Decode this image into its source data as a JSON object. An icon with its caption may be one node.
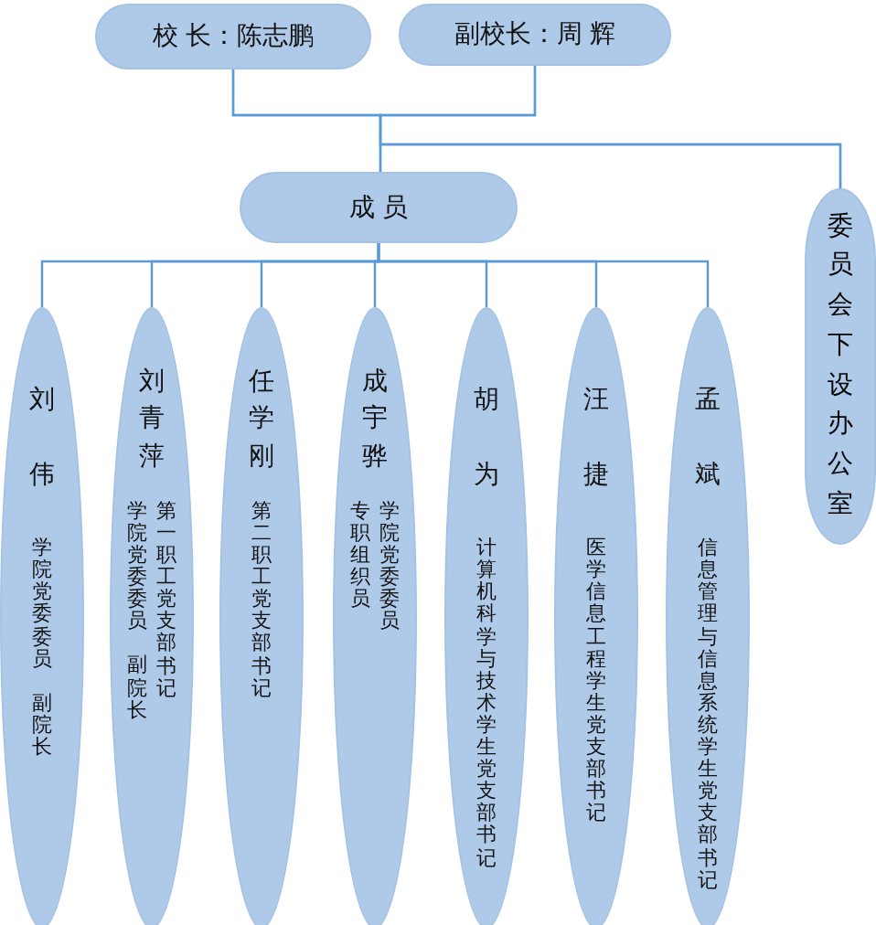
{
  "diagram": {
    "nodes": [
      {
        "text": [
          "校 长：陈志鹏"
        ]
      },
      {
        "text": [
          "副校长：周 辉"
        ]
      },
      {
        "text": [
          "成 员"
        ]
      },
      {
        "text": [
          "委员会下设办公室"
        ]
      },
      {
        "text": [
          "刘伟",
          "学院党委委员",
          "副院长"
        ]
      },
      {
        "text": [
          "刘青萍",
          "学院党委委员",
          "副院长",
          "第一职工党支部书记"
        ]
      },
      {
        "text": [
          "任学刚",
          "第二职工党支部书记"
        ]
      },
      {
        "text": [
          "成宇骅",
          "专职组织员",
          "学院党委委员"
        ]
      },
      {
        "text": [
          "胡为",
          "计算机科学与技术学生党支部书记"
        ]
      },
      {
        "text": [
          "汪捷",
          "医学信息工程学生党支部书记"
        ]
      },
      {
        "text": [
          "孟斌",
          "信息管理与信息系统学生党支部书记"
        ]
      }
    ],
    "edges": [
      {
        "from": 0,
        "to": 2,
        "arrow": "none"
      },
      {
        "from": 1,
        "to": 2,
        "arrow": "none"
      },
      {
        "from": 0,
        "to": 3,
        "arrow": "none"
      },
      {
        "from": 1,
        "to": 3,
        "arrow": "none"
      },
      {
        "from": 2,
        "to": 4,
        "arrow": "none"
      },
      {
        "from": 2,
        "to": 5,
        "arrow": "none"
      },
      {
        "from": 2,
        "to": 6,
        "arrow": "none"
      },
      {
        "from": 2,
        "to": 7,
        "arrow": "none"
      },
      {
        "from": 2,
        "to": 8,
        "arrow": "none"
      },
      {
        "from": 2,
        "to": 9,
        "arrow": "none"
      },
      {
        "from": 2,
        "to": 10,
        "arrow": "none"
      }
    ]
  }
}
